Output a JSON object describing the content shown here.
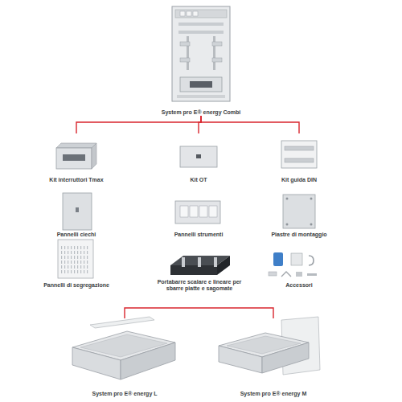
{
  "diagram": {
    "nodes": [
      {
        "text": [
          "System pro E® energy Combi"
        ]
      },
      {
        "text": [
          "Kit interruttori Tmax"
        ]
      },
      {
        "text": [
          "Kit OT"
        ]
      },
      {
        "text": [
          "Kit guida DIN"
        ]
      },
      {
        "text": [
          "Pannelli ciechi"
        ]
      },
      {
        "text": [
          "Pannelli strumenti"
        ]
      },
      {
        "text": [
          "Piastre di montaggio"
        ]
      },
      {
        "text": [
          "Pannelli di segregazione"
        ]
      },
      {
        "text": [
          "Portabarre scalare e lineare per sbarre piatte e sagomate"
        ]
      },
      {
        "text": [
          "Accessori"
        ]
      },
      {
        "text": [
          "System pro E® energy L"
        ]
      },
      {
        "text": [
          "System pro E® energy M"
        ]
      }
    ],
    "edges": [
      {
        "from": 0,
        "to": 1,
        "arrow": "none"
      },
      {
        "from": 0,
        "to": 2,
        "arrow": "none"
      },
      {
        "from": 0,
        "to": 3,
        "arrow": "none"
      },
      {
        "from": 10,
        "to": 11,
        "arrow": "none"
      }
    ]
  }
}
